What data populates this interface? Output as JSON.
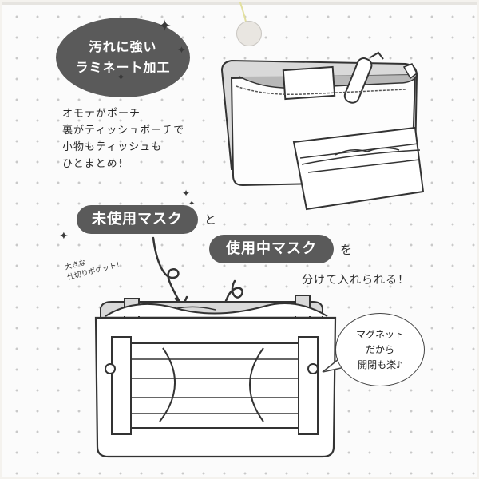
{
  "badge": {
    "line1": "汚れに強い",
    "line2": "ラミネート加工"
  },
  "description": {
    "lines": [
      "オモテがポーチ",
      "裏がティッシュポーチで",
      "小物もティッシュも",
      "ひとまとめ！"
    ]
  },
  "labels": {
    "unused_mask": "未使用マスク",
    "connector_to": "と",
    "used_mask": "使用中マスク",
    "connector_wo": "を",
    "separate_text": "分けて入れられる！"
  },
  "pocket_note": {
    "line1": "大きな",
    "line2": "仕切りポケット！"
  },
  "magnet_bubble": {
    "line1": "マグネット",
    "line2": "だから",
    "line3": "開閉も楽♪"
  },
  "icons": [
    "sparkle-icon",
    "hanger-hole",
    "pouch-illustration",
    "mask-case-illustration",
    "arrow-icon"
  ],
  "colors": {
    "badge_bg": "#5a5a5a",
    "dot": "#c9c9c9",
    "card_bg": "#fbfbfb"
  }
}
